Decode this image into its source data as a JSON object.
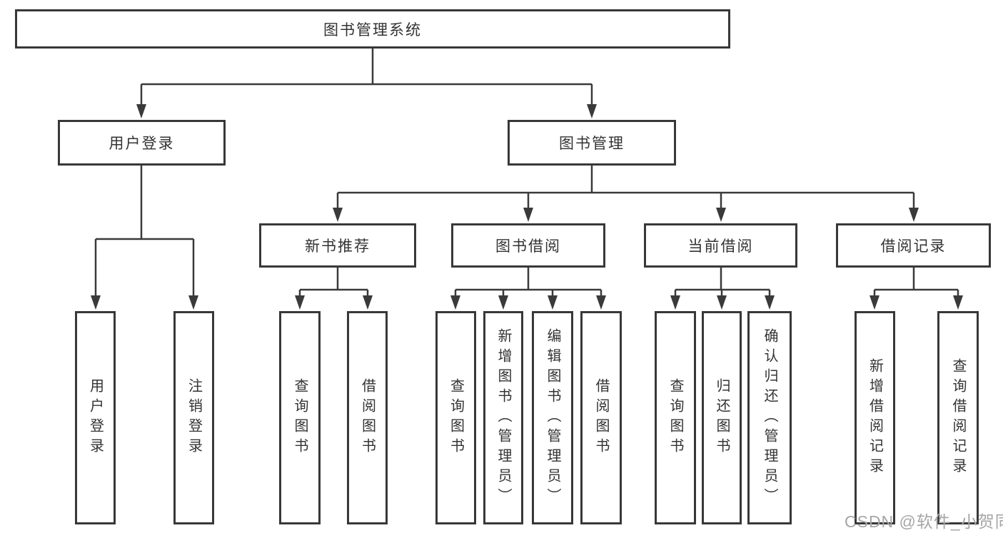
{
  "colors": {
    "line": "#3a3a3a",
    "text": "#333333",
    "box_background": "#ffffff",
    "watermark": "#a6a6a6",
    "page_background": "#ffffff"
  },
  "nodes": {
    "root": "图书管理系统",
    "branches": [
      {
        "label": "用户登录",
        "children": [
          "用户登录",
          "注销登录"
        ]
      },
      {
        "label": "图书管理",
        "groups": [
          {
            "label": "新书推荐",
            "children": [
              "查询图书",
              "借阅图书"
            ]
          },
          {
            "label": "图书借阅",
            "children": [
              "查询图书",
              "新增图书（管理员）",
              "编辑图书（管理员）",
              "借阅图书"
            ]
          },
          {
            "label": "当前借阅",
            "children": [
              "查询图书",
              "归还图书",
              "确认归还（管理员）"
            ]
          },
          {
            "label": "借阅记录",
            "children": [
              "新增借阅记录",
              "查询借阅记录"
            ]
          }
        ]
      }
    ]
  },
  "watermark": "CSDN @软件_小贺同学"
}
